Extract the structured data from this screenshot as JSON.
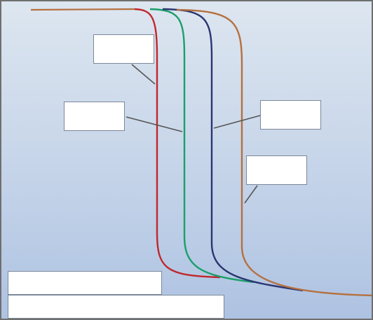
{
  "diagram": {
    "curves": [
      {
        "id": "curve-red",
        "color": "#c0272d"
      },
      {
        "id": "curve-green",
        "color": "#1aa06a"
      },
      {
        "id": "curve-navy",
        "color": "#2b3570"
      },
      {
        "id": "curve-brown",
        "color": "#b5703f"
      }
    ],
    "leader_color": "#555555",
    "label_boxes": [
      {
        "id": "label-box-red",
        "text": ""
      },
      {
        "id": "label-box-green",
        "text": ""
      },
      {
        "id": "label-box-navy",
        "text": ""
      },
      {
        "id": "label-box-brown",
        "text": ""
      },
      {
        "id": "legend-box-1",
        "text": ""
      },
      {
        "id": "legend-box-2",
        "text": ""
      }
    ]
  }
}
